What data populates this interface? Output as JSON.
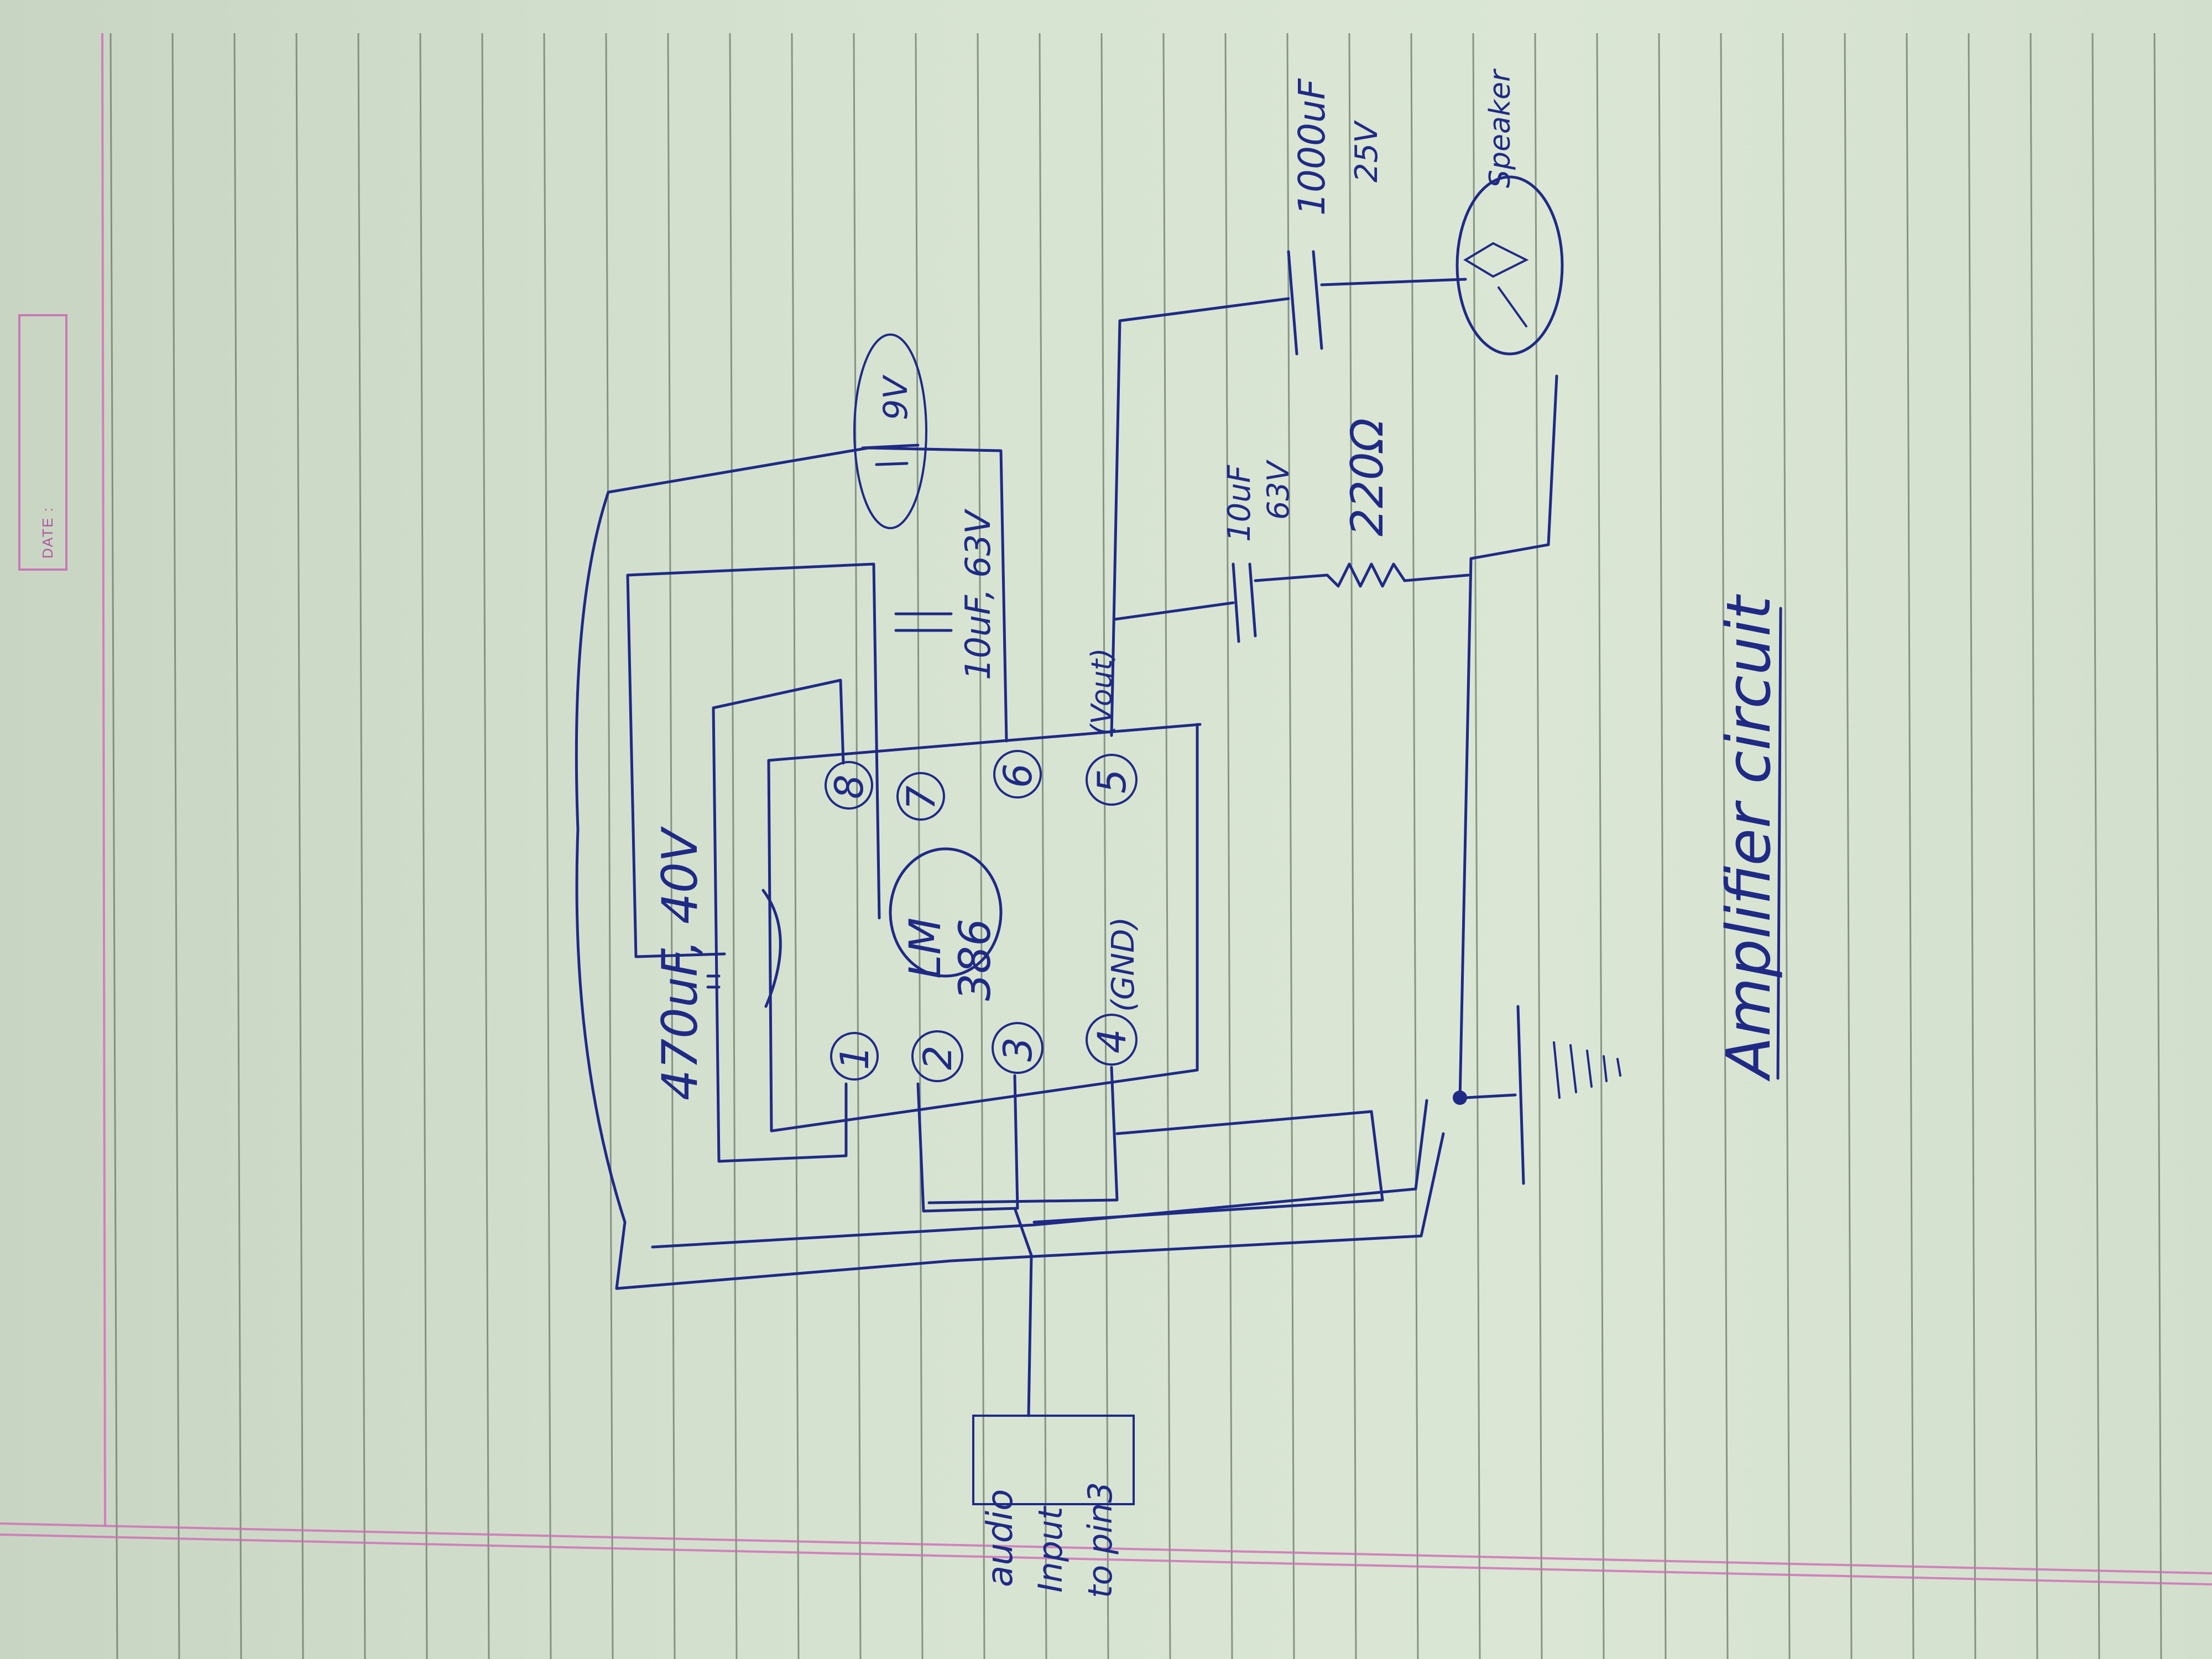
{
  "header": {
    "date_label": "DATE :"
  },
  "title": "Amplifier circuit",
  "ic": {
    "name": "LM",
    "part": "386"
  },
  "pins": {
    "p1": "1",
    "p2": "2",
    "p3": "3",
    "p4": "4",
    "p4_note": "(GND)",
    "p5": "5",
    "p5_note": "(Vout)",
    "p6": "6",
    "p7": "7",
    "p8": "8"
  },
  "components": {
    "cap_470": "470uF, 40V",
    "cap_10_top": "10uF, 63V",
    "battery": "9V",
    "cap_10_out_value": "10uF",
    "cap_10_out_voltage": "63V",
    "resistor": "220Ω",
    "cap_1000_value": "1000uF",
    "cap_1000_voltage": "25V",
    "speaker": "Speaker"
  },
  "input_note": {
    "line1": "audio",
    "line2": "Input",
    "line3": "to pin3"
  },
  "colors": {
    "ink": "#1f2a86",
    "paper": "#d7e3d1",
    "margin": "#d06bb8",
    "rule": "#5a6a5e"
  }
}
